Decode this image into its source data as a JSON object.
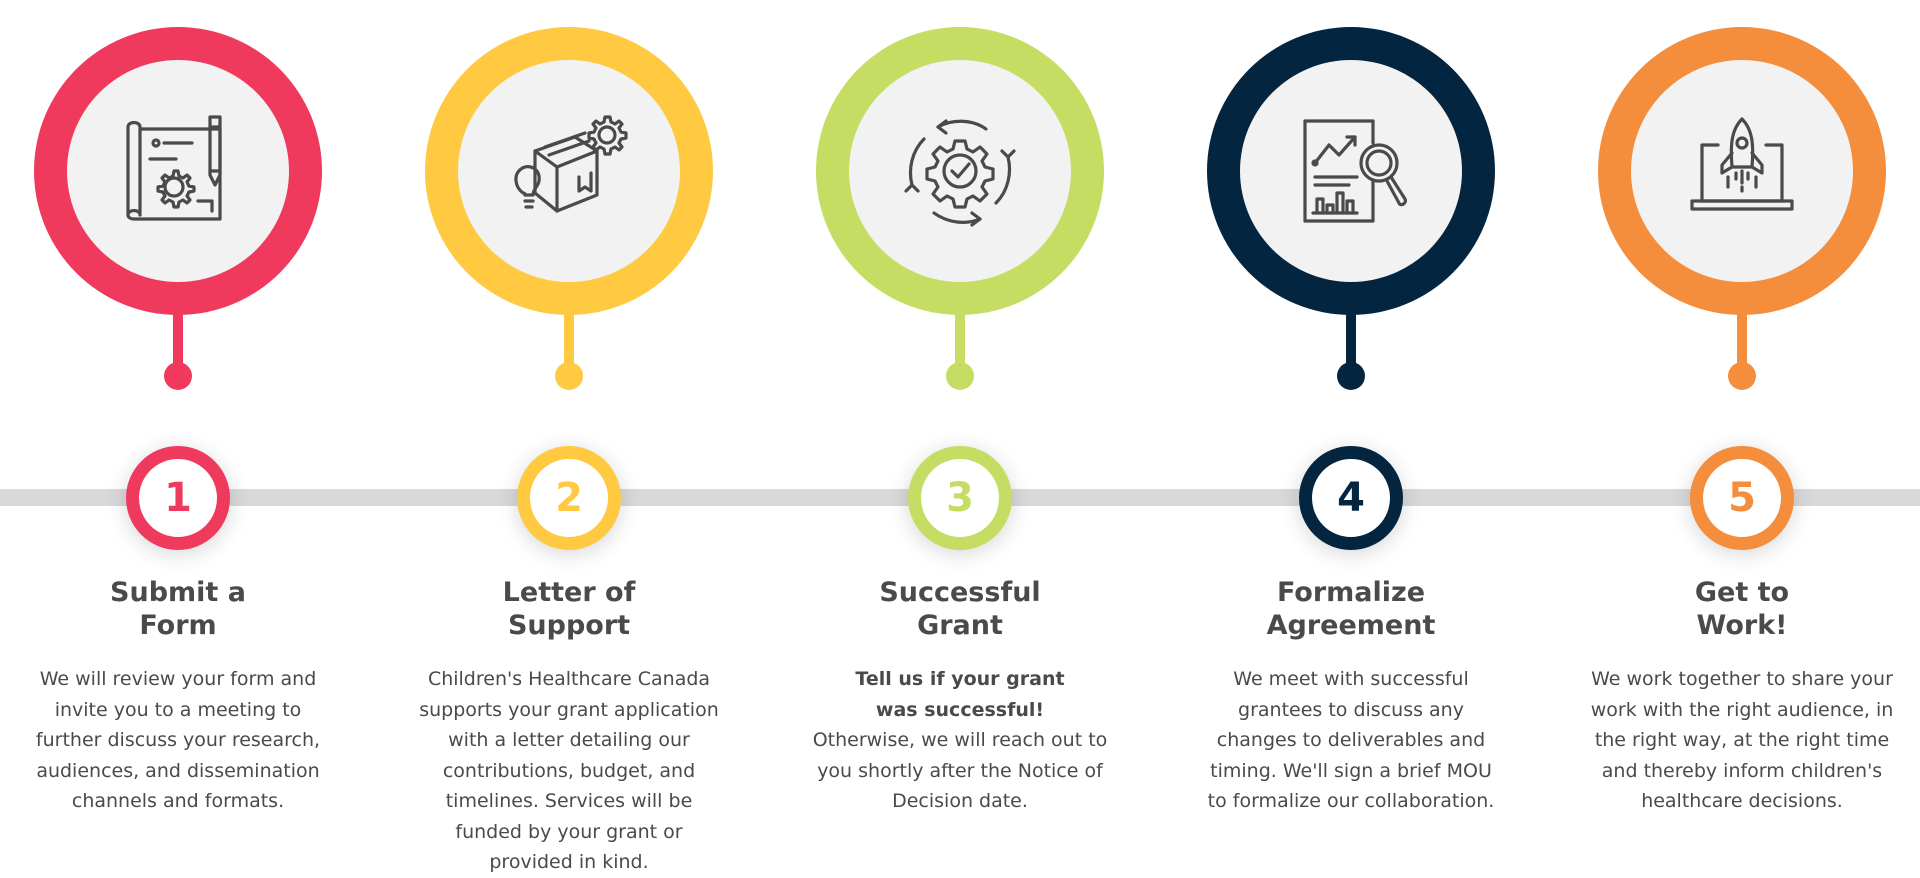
{
  "steps": [
    {
      "number": "1",
      "title_line1": "Submit a",
      "title_line2": "Form",
      "body": "We will review your form and invite you to a meeting to further discuss your research, audiences, and dissemination channels and formats.",
      "color": "#ef3a5d",
      "icon": "blueprint-gear-pencil-icon"
    },
    {
      "number": "2",
      "title_line1": "Letter of",
      "title_line2": "Support",
      "body": "Children's Healthcare Canada supports your grant application with a letter detailing our contributions, budget, and timelines. Services will be funded by your grant or provided in kind.",
      "color": "#ffc942",
      "icon": "box-gear-lightbulb-icon"
    },
    {
      "number": "3",
      "title_line1": "Successful",
      "title_line2": "Grant",
      "body_strong_line1": "Tell us if your grant",
      "body_strong_line2": "was successful!",
      "body": "Otherwise, we will reach out to you shortly after the Notice of Decision date.",
      "color": "#c5dd62",
      "icon": "gear-check-cycle-icon"
    },
    {
      "number": "4",
      "title_line1": "Formalize",
      "title_line2": "Agreement",
      "body": "We meet with successful grantees to discuss any changes to deliverables and timing. We'll sign a brief MOU to formalize our collaboration.",
      "color": "#032540",
      "icon": "report-magnifier-icon"
    },
    {
      "number": "5",
      "title_line1": "Get to",
      "title_line2": "Work!",
      "body": "We work together to share your work with the right audience, in the right way, at the right time and thereby inform children's healthcare decisions.",
      "color": "#f48d3c",
      "icon": "laptop-rocket-icon"
    }
  ]
}
